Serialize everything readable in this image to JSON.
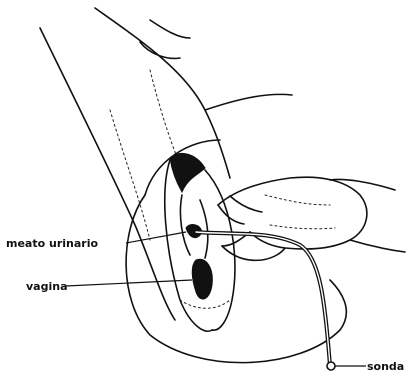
{
  "labels": {
    "meatus": "meato urinario",
    "vagina": "vagina",
    "catheter": "sonda"
  }
}
